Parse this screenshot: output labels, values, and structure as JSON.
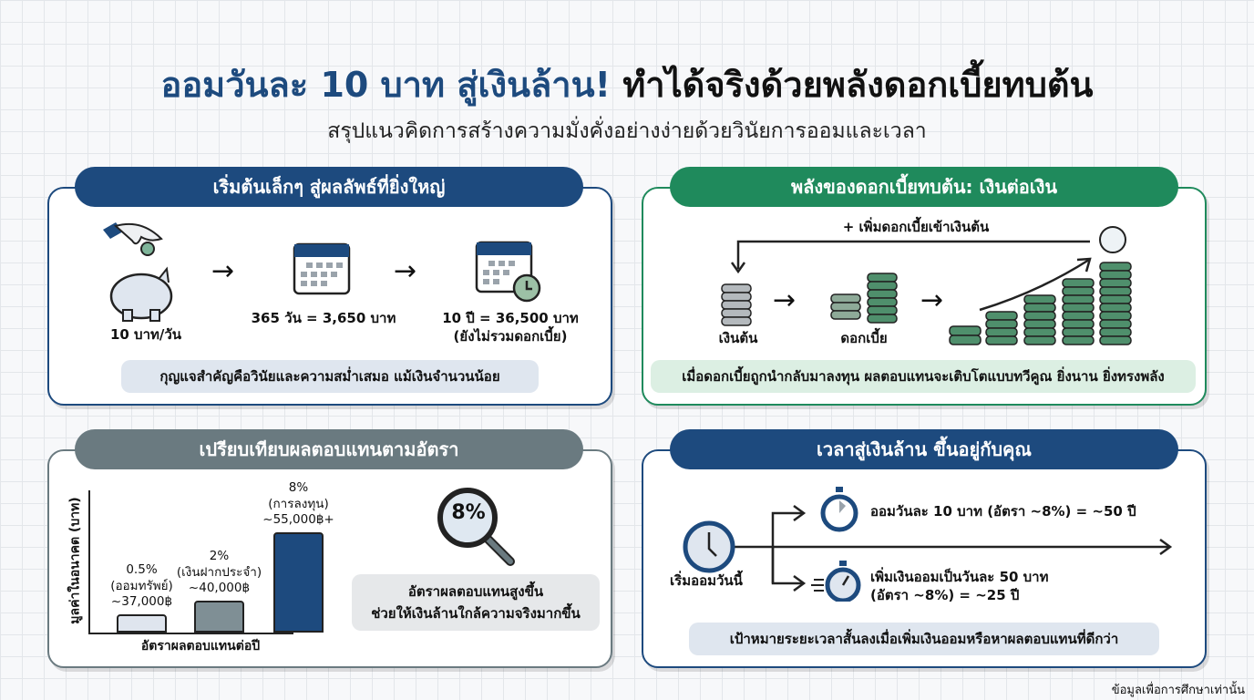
{
  "header": {
    "title_blue": "ออมวันละ 10 บาท สู่เงินล้าน!",
    "title_black": "ทำได้จริงด้วยพลังดอกเบี้ยทบต้น",
    "subtitle": "สรุปแนวคิดการสร้างความมั่งคั่งอย่างง่ายด้วยวินัยการออมและเวลา"
  },
  "panel1": {
    "title": "เริ่มต้นเล็กๆ สู่ผลลัพธ์ที่ยิ่งใหญ่",
    "step1": "10 บาท/วัน",
    "step2": "365 วัน = 3,650 บาท",
    "step3_line1": "10 ปี = 36,500 บาท",
    "step3_line2": "(ยังไม่รวมดอกเบี้ย)",
    "note": "กุญแจสำคัญคือวินัยและความสม่ำเสมอ แม้เงินจำนวนน้อย"
  },
  "panel2": {
    "title": "พลังของดอกเบี้ยทบต้น: เงินต่อเงิน",
    "loop_label": "+ เพิ่มดอกเบี้ยเข้าเงินต้น",
    "principal": "เงินต้น",
    "interest": "ดอกเบี้ย",
    "note": "เมื่อดอกเบี้ยถูกนำกลับมาลงทุน ผลตอบแทนจะเติบโตแบบทวีคูณ ยิ่งนาน ยิ่งทรงพลัง"
  },
  "panel3": {
    "title": "เปรียบเทียบผลตอบแทนตามอัตรา",
    "badge": "8%",
    "note_line1": "อัตราผลตอบแทนสูงขึ้น",
    "note_line2": "ช่วยให้เงินล้านใกล้ความจริงมากขึ้น"
  },
  "chart_data": {
    "type": "bar",
    "xlabel": "อัตราผลตอบแทนต่อปี",
    "ylabel": "มูลค่าในอนาคต (บาท)",
    "ylim": [
      33000,
      57000
    ],
    "categories": [
      "0.5%",
      "2%",
      "8%"
    ],
    "bars": [
      {
        "rate": "0.5%",
        "desc": "(ออมทรัพย์)",
        "label": "~37,000฿",
        "value": 37000,
        "color": "#dfe5ee"
      },
      {
        "rate": "2%",
        "desc": "(เงินฝากประจำ)",
        "label": "~40,000฿",
        "value": 40000,
        "color": "#7f8f95"
      },
      {
        "rate": "8%",
        "desc": "(การลงทุน)",
        "label": "~55,000฿+",
        "value": 55000,
        "color": "#1d4a7e"
      }
    ]
  },
  "panel4": {
    "title": "เวลาสู่เงินล้าน ขึ้นอยู่กับคุณ",
    "start": "เริ่มออมวันนี้",
    "path1": "ออมวันละ 10 บาท (อัตรา ~8%) = ~50 ปี",
    "path2_line1": "เพิ่มเงินออมเป็นวันละ 50 บาท",
    "path2_line2": "(อัตรา ~8%) = ~25 ปี",
    "note": "เป้าหมายระยะเวลาสั้นลงเมื่อเพิ่มเงินออมหรือหาผลตอบแทนที่ดีกว่า"
  },
  "footer": "ข้อมูลเพื่อการศึกษาเท่านั้น",
  "colors": {
    "blue": "#1d4a7e",
    "green": "#1f8a5c",
    "gray": "#6a7a80"
  }
}
